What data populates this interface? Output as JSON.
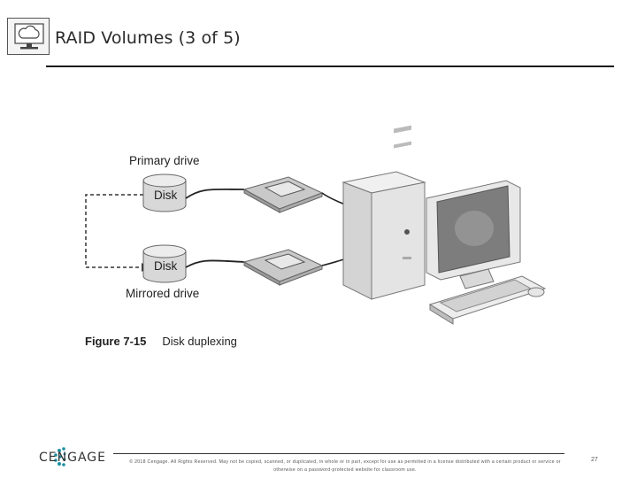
{
  "header": {
    "title": "RAID Volumes (3 of 5)",
    "logo_icon": "cloud-monitor-icon"
  },
  "figure": {
    "labels": {
      "primary_drive": "Primary drive",
      "mirrored_drive": "Mirrored drive",
      "disk_top": "Disk",
      "disk_bottom": "Disk"
    },
    "caption_number": "Figure 7-15",
    "caption_text": "Disk duplexing"
  },
  "footer": {
    "brand": "CENGAGE",
    "copyright_line1": "© 2018 Cengage. All Rights Reserved. May not be copied, scanned, or duplicated, in whole or in part, except for use as permitted in a license distributed with a certain product or service or",
    "copyright_line2": "otherwise on a password-protected website for classroom use.",
    "page_number": "27"
  },
  "colors": {
    "rule": "#1a1a1a",
    "brand_teal": "#1c8fa3",
    "disk_fill": "#d8d8d8",
    "card_fill": "#c9c9c9"
  }
}
